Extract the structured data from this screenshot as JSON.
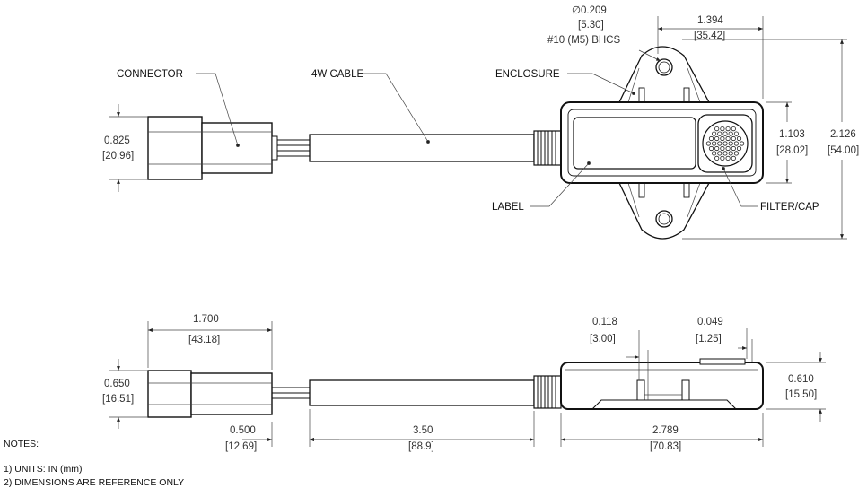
{
  "callouts": {
    "connector": "CONNECTOR",
    "cable": "4W CABLE",
    "enclosure": "ENCLOSURE",
    "label": "LABEL",
    "filter_cap": "FILTER/CAP"
  },
  "top_view": {
    "hole_dia_in": "∅0.209",
    "hole_dia_mm": "[5.30]",
    "hole_screw": "#10 (M5) BHCS",
    "ear_width_in": "1.394",
    "ear_width_mm": "[35.42]",
    "connector_h_in": "0.825",
    "connector_h_mm": "[20.96]",
    "body_h_in": "1.103",
    "body_h_mm": "[28.02]",
    "overall_h_in": "2.126",
    "overall_h_mm": "[54.00]"
  },
  "side_view": {
    "connector_len_in": "1.700",
    "connector_len_mm": "[43.18]",
    "connector_h_in": "0.650",
    "connector_h_mm": "[16.51]",
    "flange_in": "0.118",
    "flange_mm": "[3.00]",
    "cap_in": "0.049",
    "cap_mm": "[1.25]",
    "height_in": "0.610",
    "height_mm": "[15.50]",
    "tail_in": "0.500",
    "tail_mm": "[12.69]",
    "cable_in": "3.50",
    "cable_mm": "[88.9]",
    "enclosure_len_in": "2.789",
    "enclosure_len_mm": "[70.83]"
  },
  "notes": {
    "title": "NOTES:",
    "items": [
      "1) UNITS: IN (mm)",
      "2) DIMENSIONS ARE REFERENCE ONLY"
    ]
  }
}
